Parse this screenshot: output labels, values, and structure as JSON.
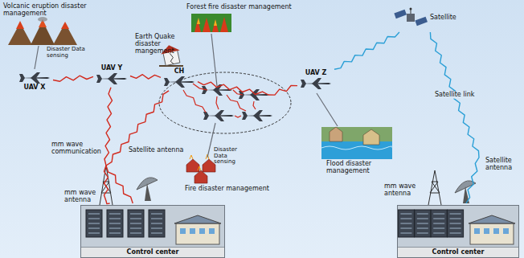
{
  "diagram": {
    "nodes": [
      {
        "text": [
          "UAV X"
        ]
      },
      {
        "text": [
          "UAV Y"
        ]
      },
      {
        "text": [
          "CH"
        ]
      },
      {
        "text": [
          "UAV Z"
        ]
      },
      {
        "text": [
          "Satellite"
        ]
      },
      {
        "text": [
          "Control center"
        ]
      },
      {
        "text": [
          "Control center"
        ]
      }
    ],
    "edges": [
      {
        "from": 0,
        "to": 1,
        "arrow": "none"
      },
      {
        "from": 1,
        "to": 2,
        "arrow": "none"
      },
      {
        "from": 1,
        "to": 5,
        "arrow": "none"
      },
      {
        "from": 2,
        "to": 5,
        "arrow": "none"
      },
      {
        "from": 2,
        "to": 3,
        "arrow": "none"
      },
      {
        "from": 3,
        "to": 4,
        "arrow": "none"
      },
      {
        "from": 4,
        "to": 6,
        "label": "Satellite link",
        "arrow": "none"
      }
    ],
    "labels": [
      "Volcanic eruption disaster management",
      "Disaster Data sensing",
      "Earth Quake disaster mangement",
      "Forest fire disaster management",
      "mm wave communication",
      "Satellite antenna",
      "mm wave antenna",
      "Disaster Data sensing",
      "Fire disaster management",
      "Flood disaster management",
      "Satellite antenna",
      "mm wave antenna"
    ]
  }
}
